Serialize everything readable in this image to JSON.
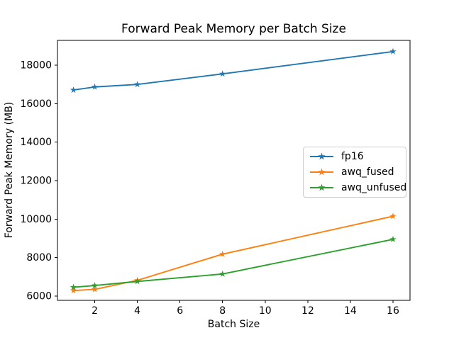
{
  "chart_data": {
    "type": "line",
    "title": "Forward Peak Memory per Batch Size",
    "xlabel": "Batch Size",
    "ylabel": "Forward Peak Memory (MB)",
    "x": [
      1,
      2,
      4,
      8,
      16
    ],
    "series": [
      {
        "name": "fp16",
        "color": "#1f77b4",
        "values": [
          16710,
          16870,
          17000,
          17550,
          18710
        ]
      },
      {
        "name": "awq_fused",
        "color": "#ff7f0e",
        "values": [
          6290,
          6350,
          6820,
          8180,
          10150
        ]
      },
      {
        "name": "awq_unfused",
        "color": "#2ca02c",
        "values": [
          6460,
          6550,
          6760,
          7150,
          8950
        ]
      }
    ],
    "xticks": [
      2,
      4,
      6,
      8,
      10,
      12,
      14,
      16
    ],
    "yticks": [
      6000,
      8000,
      10000,
      12000,
      14000,
      16000,
      18000
    ],
    "xlim": [
      0.25,
      16.8
    ],
    "ylim": [
      5780,
      19290
    ],
    "marker": "star",
    "grid": false,
    "legend_position": "center-right",
    "background_color": "#ffffff",
    "spine_color": "#000000",
    "legend_border_color": "#cccccc"
  }
}
